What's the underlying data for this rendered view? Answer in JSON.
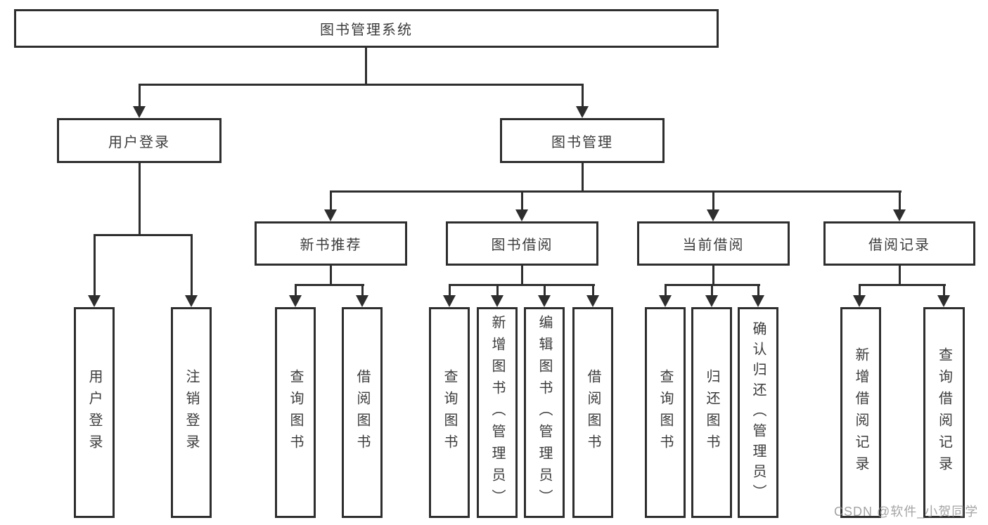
{
  "diagram_type": "hierarchy-tree",
  "colors": {
    "line": "#2e2e2e",
    "text": "#3c3c3c",
    "watermark": "#919191"
  },
  "tree": {
    "label": "图书管理系统",
    "children": [
      {
        "label": "用户登录",
        "children": [
          {
            "label": "用户登录"
          },
          {
            "label": "注销登录"
          }
        ]
      },
      {
        "label": "图书管理",
        "children": [
          {
            "label": "新书推荐",
            "children": [
              {
                "label": "查询图书"
              },
              {
                "label": "借阅图书"
              }
            ]
          },
          {
            "label": "图书借阅",
            "children": [
              {
                "label": "查询图书"
              },
              {
                "label": "新增图书（管理员）"
              },
              {
                "label": "编辑图书（管理员）"
              },
              {
                "label": "借阅图书"
              }
            ]
          },
          {
            "label": "当前借阅",
            "children": [
              {
                "label": "查询图书"
              },
              {
                "label": "归还图书"
              },
              {
                "label": "确认归还（管理员）"
              }
            ]
          },
          {
            "label": "借阅记录",
            "children": [
              {
                "label": "新增借阅记录"
              },
              {
                "label": "查询借阅记录"
              }
            ]
          }
        ]
      }
    ]
  },
  "watermark": {
    "text": "CSDN @软件_小贺同学"
  }
}
